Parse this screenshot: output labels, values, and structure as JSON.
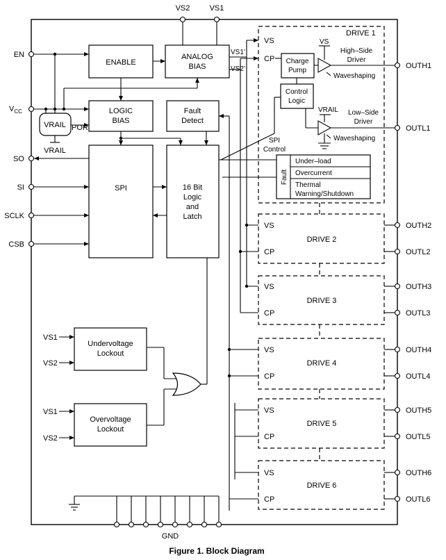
{
  "supply": {
    "vs2": "VS2",
    "vs1": "VS1",
    "vs1_prime": "VS1’",
    "vs2_prime": "VS2’"
  },
  "inputs": {
    "en": "EN",
    "vcc_main": "V",
    "vcc_sub": "CC",
    "so": "SO",
    "si": "SI",
    "sclk": "SCLK",
    "csb": "CSB"
  },
  "blocks": {
    "enable": "ENABLE",
    "analog_bias": [
      "ANALOG",
      "BIAS"
    ],
    "logic_bias": [
      "LOGIC",
      "BIAS"
    ],
    "fault_detect": [
      "Fault",
      "Detect"
    ],
    "vrail": "VRAIL",
    "vrail_out": "VRAIL",
    "por": "POR",
    "spi": "SPI",
    "logic_latch": [
      "16 Bit",
      "Logic",
      "and",
      "Latch"
    ],
    "spi_control": [
      "SPI",
      "Control"
    ],
    "undervoltage": [
      "Undervoltage",
      "Lockout"
    ],
    "overvoltage": [
      "Overvoltage",
      "Lockout"
    ]
  },
  "lockout_inputs": {
    "uv_vs1": "VS1",
    "uv_vs2": "VS2",
    "ov_vs1": "VS1",
    "ov_vs2": "VS2"
  },
  "drive1": {
    "title": "DRIVE 1",
    "vs": "VS",
    "cp": "CP",
    "charge_pump": [
      "Charge",
      "Pump"
    ],
    "control_logic": [
      "Control",
      "Logic"
    ],
    "vs_small": "VS",
    "vrail_small": "VRAIL",
    "high_side": [
      "High–Side",
      "Driver"
    ],
    "low_side": [
      "Low–Side",
      "Driver"
    ],
    "waveshaping_high": "Waveshaping",
    "waveshaping_low": "Waveshaping",
    "fault_label": "Fault",
    "fault_items": [
      "Under–load",
      "Overcurrent",
      "Thermal",
      "Warning/Shutdown"
    ]
  },
  "drives": [
    {
      "title": "DRIVE 2",
      "vs": "VS",
      "cp": "CP"
    },
    {
      "title": "DRIVE 3",
      "vs": "VS",
      "cp": "CP"
    },
    {
      "title": "DRIVE 4",
      "vs": "VS",
      "cp": "CP"
    },
    {
      "title": "DRIVE 5",
      "vs": "VS",
      "cp": "CP"
    },
    {
      "title": "DRIVE 6",
      "vs": "VS",
      "cp": "CP"
    }
  ],
  "outputs": [
    "OUTH1",
    "OUTL1",
    "OUTH2",
    "OUTL2",
    "OUTH3",
    "OUTL3",
    "OUTH4",
    "OUTL4",
    "OUTH5",
    "OUTL5",
    "OUTH6",
    "OUTL6"
  ],
  "gnd": "GND",
  "caption": "Figure 1. Block Diagram"
}
